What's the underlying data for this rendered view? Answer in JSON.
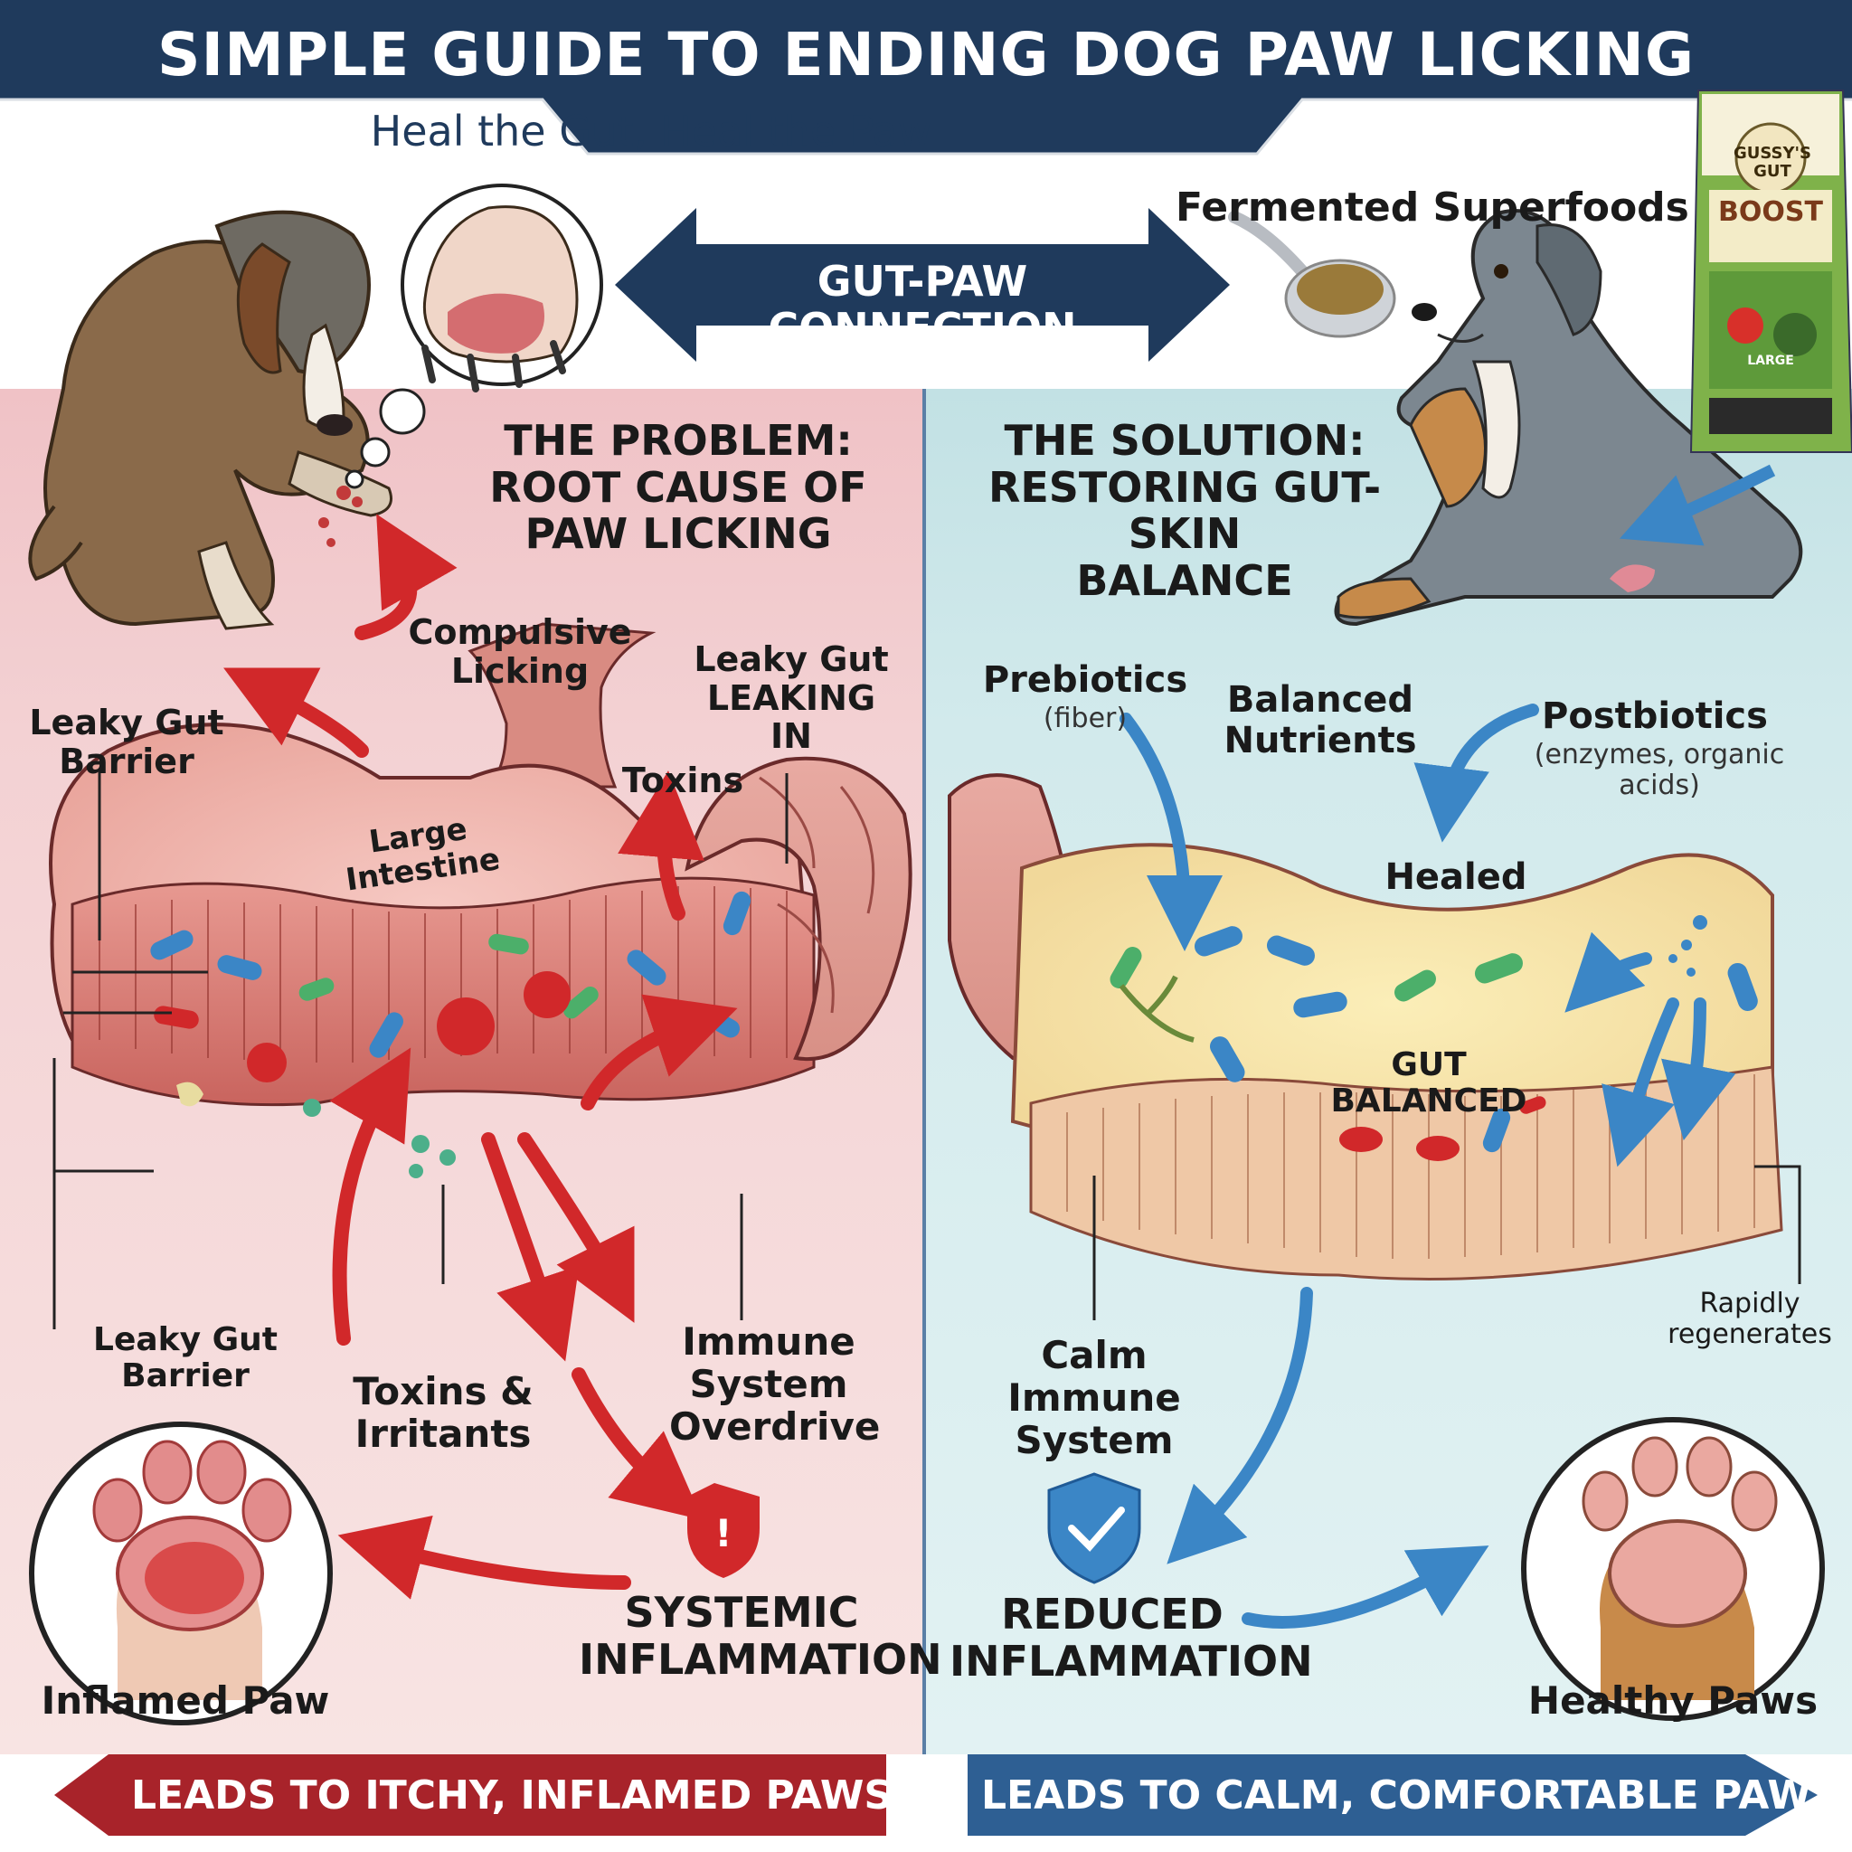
{
  "header": {
    "title": "SIMPLE GUIDE TO ENDING DOG PAW LICKING",
    "subtitle": "Heal the Gut, Heal the Paw"
  },
  "connection": {
    "label": "GUT-PAW CONNECTION"
  },
  "product": {
    "caption": "Fermented Superfoods",
    "brand": "GUSSY'S GUT",
    "name": "BOOST",
    "size": "LARGE"
  },
  "problem": {
    "heading_line1": "THE PROBLEM:",
    "heading_line2": "ROOT CAUSE OF",
    "heading_line3": "PAW LICKING",
    "labels": {
      "compulsive_licking": "Compulsive Licking",
      "leaky_gut_leaking_in_1": "Leaky Gut",
      "leaky_gut_leaking_in_2": "LEAKING IN",
      "leaky_gut_barrier_top_1": "Leaky Gut",
      "leaky_gut_barrier_top_2": "Barrier",
      "large_intestine": "Large Intestine",
      "toxins": "Toxins",
      "leaky_gut_barrier_bottom": "Leaky Gut Barrier",
      "toxins_irritants_1": "Toxins &",
      "toxins_irritants_2": "Irritants",
      "immune_1": "Immune",
      "immune_2": "System",
      "immune_3": "Overdrive",
      "systemic_1": "SYSTEMIC",
      "systemic_2": "INFLAMMATION",
      "inflamed_paw": "Inflamed Paw"
    },
    "footer": "LEADS TO ITCHY, INFLAMED PAWS",
    "colors": {
      "panel_top": "#f2c8cc",
      "panel_bottom": "#f8e2e2",
      "footer": "#a8232a",
      "arrow": "#d1282a"
    }
  },
  "solution": {
    "heading_line1": "THE SOLUTION:",
    "heading_line2": "RESTORING GUT-SKIN",
    "heading_line3": "BALANCE",
    "labels": {
      "prebiotics": "Prebiotics",
      "prebiotics_note": "(fiber)",
      "balanced_1": "Balanced",
      "balanced_2": "Nutrients",
      "postbiotics": "Postbiotics",
      "postbiotics_note": "(enzymes, organic acids)",
      "healed": "Healed",
      "gut_balanced": "GUT BALANCED",
      "calm_1": "Calm Immune",
      "calm_2": "System",
      "rapidly_1": "Rapidly",
      "rapidly_2": "regenerates",
      "reduced_1": "REDUCED",
      "reduced_2": "INFLAMMATION",
      "healthy_paws": "Healthy Paws"
    },
    "footer": "LEADS TO CALM, COMFORTABLE PAWS",
    "colors": {
      "panel_top": "#c6e3e6",
      "panel_bottom": "#dff0f1",
      "footer": "#2e5f93",
      "arrow": "#3b86c6"
    }
  },
  "colors": {
    "header_navy": "#1f3a5c"
  }
}
